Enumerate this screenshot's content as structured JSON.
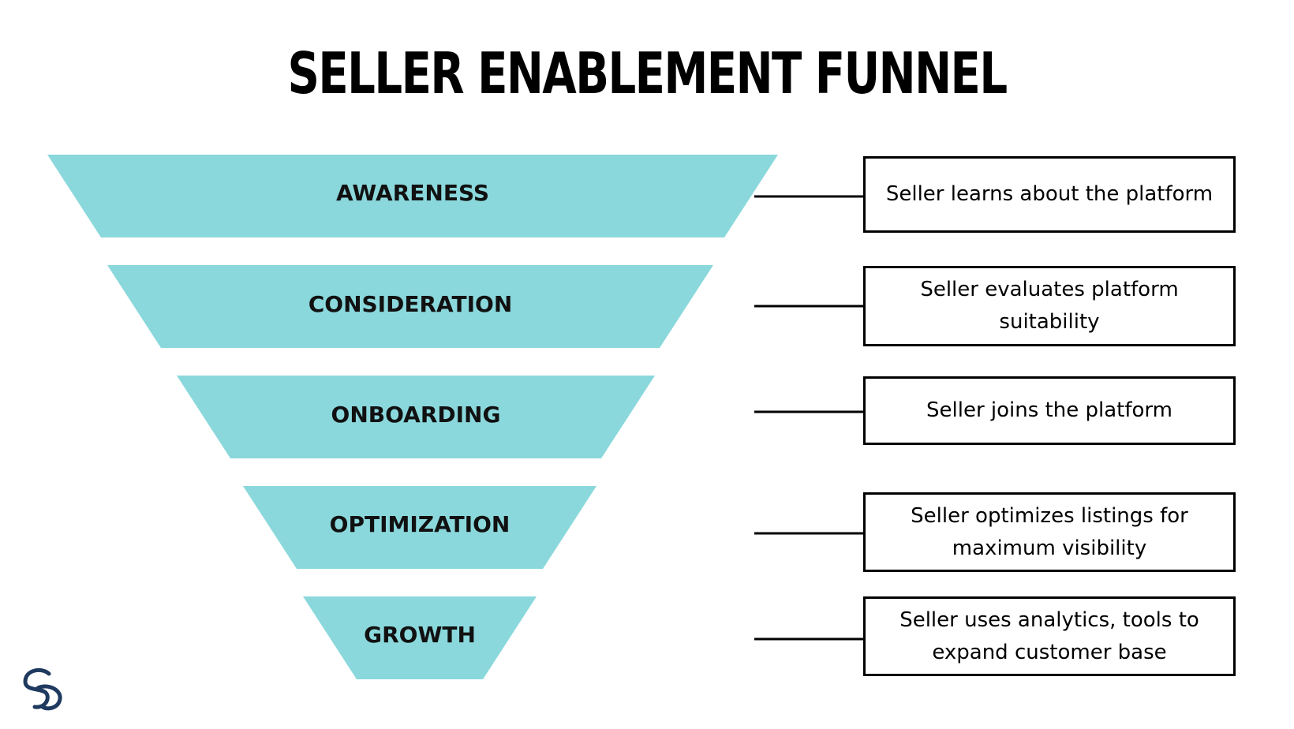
{
  "title": "SELLER ENABLEMENT FUNNEL",
  "colors": {
    "funnel_fill": "#8ad8dc",
    "text": "#000000",
    "logo_blue": "#1f3a5f"
  },
  "stages": [
    {
      "label": "AWARENESS",
      "description": "Seller learns about the platform"
    },
    {
      "label": "CONSIDERATION",
      "description": "Seller evaluates platform suitability"
    },
    {
      "label": "ONBOARDING",
      "description": "Seller joins the platform"
    },
    {
      "label": "OPTIMIZATION",
      "description": "Seller optimizes listings for maximum visibility"
    },
    {
      "label": "GROWTH",
      "description": "Seller uses analytics, tools to expand customer base"
    }
  ],
  "logo": {
    "icon": "brand-logo-icon"
  }
}
